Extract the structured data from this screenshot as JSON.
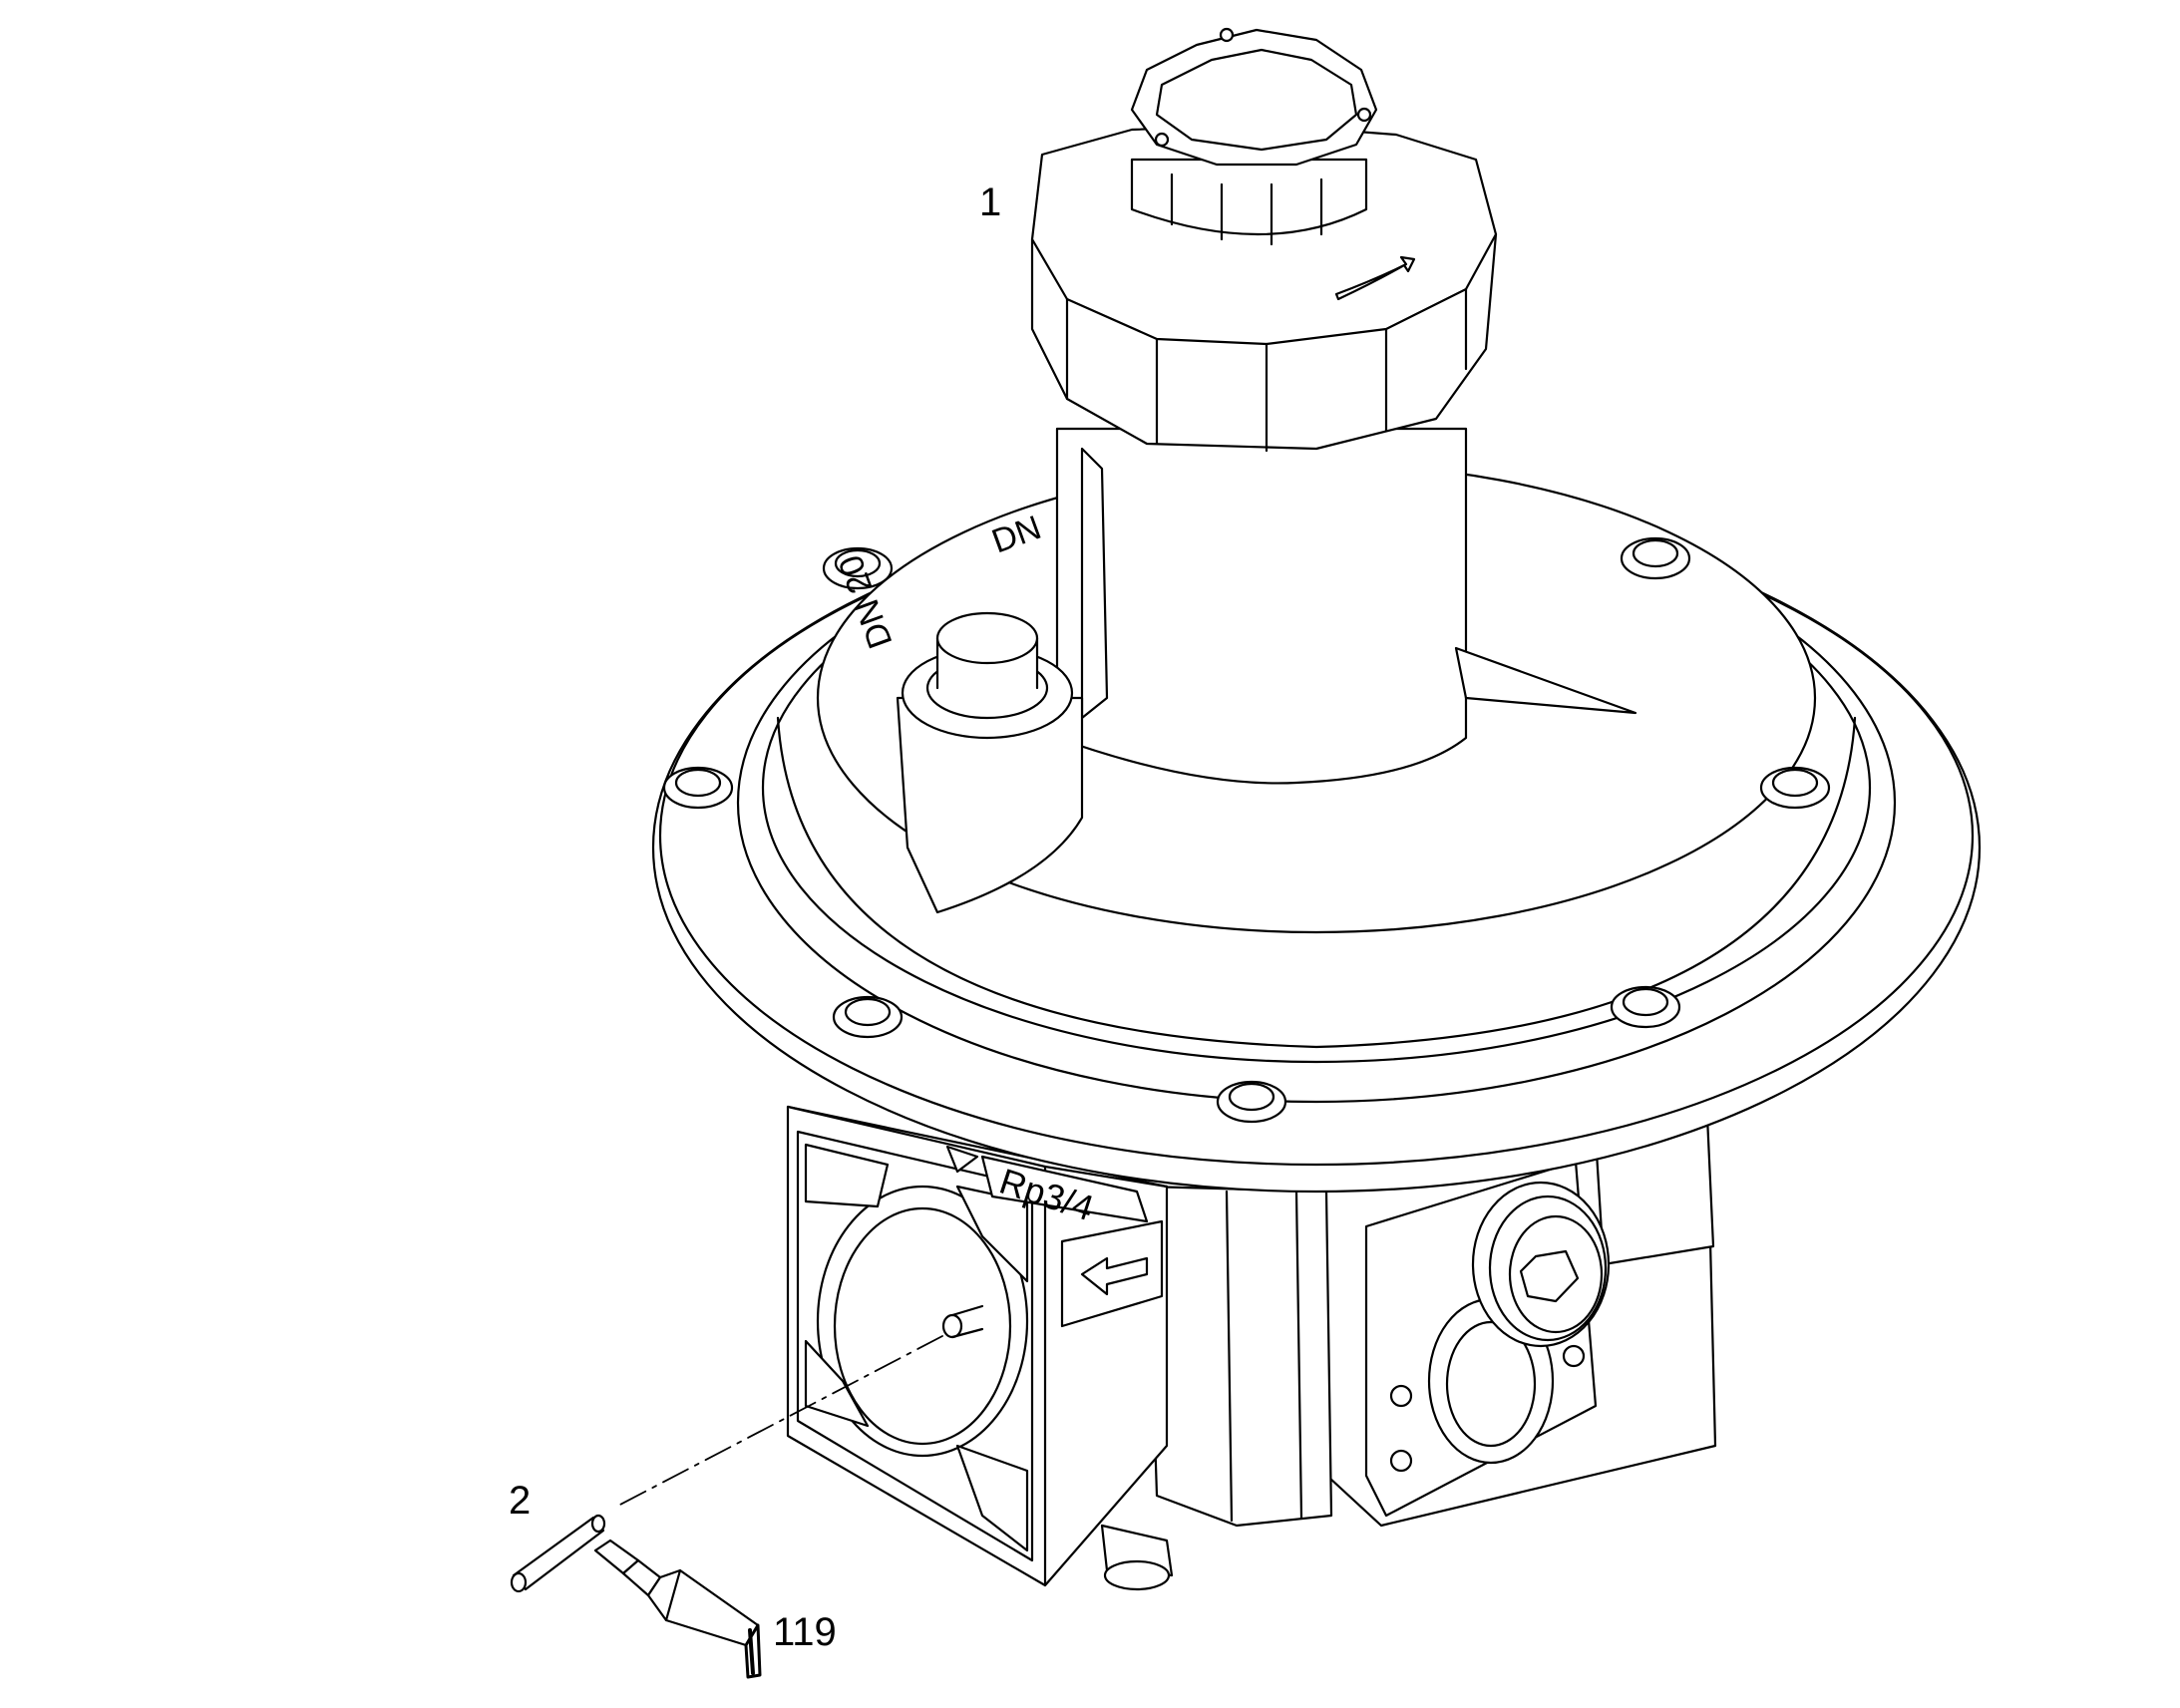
{
  "callouts": {
    "part_1": "1",
    "part_2": "2",
    "part_119": "119"
  },
  "markings": {
    "port_size": "Rp3/4",
    "dn_text_a": "DN",
    "dn_text_b": "DN 20"
  },
  "colors": {
    "line": "#000000",
    "fill": "#ffffff"
  }
}
